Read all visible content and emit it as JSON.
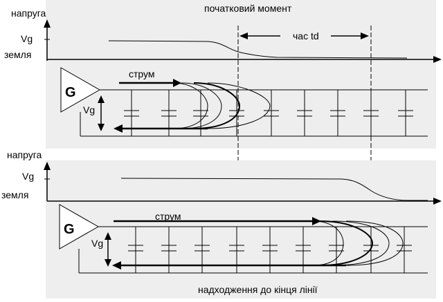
{
  "top": {
    "title": "початковий момент",
    "voltage_axis_label": "напруга",
    "vg_label": "Vg",
    "ground_label": "земля",
    "delay_label": "час td",
    "generator_label": "G",
    "current_label": "струм",
    "line_vg_label": "Vg"
  },
  "bottom": {
    "voltage_axis_label": "напруга",
    "vg_label": "Vg",
    "ground_label": "земля",
    "generator_label": "G",
    "current_label": "струм",
    "line_vg_label": "Vg",
    "caption": "надходження до кінця лінії"
  },
  "colors": {
    "panel": "#eeeeee",
    "line": "#000000"
  }
}
